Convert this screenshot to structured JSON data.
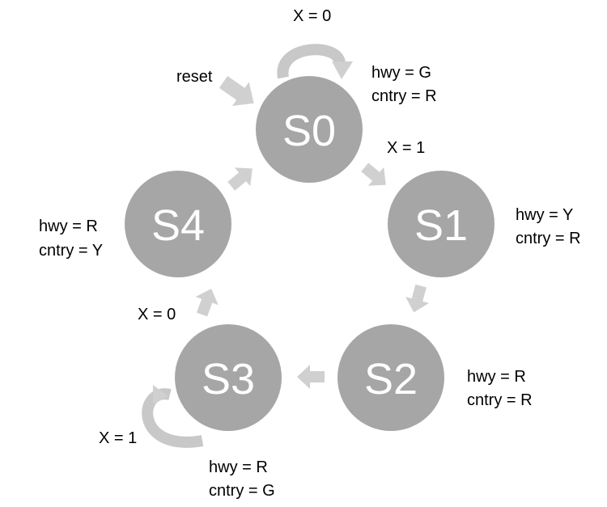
{
  "states": [
    {
      "id": "S0",
      "label": "S0",
      "outputs": [
        "hwy = G",
        "cntry = R"
      ]
    },
    {
      "id": "S1",
      "label": "S1",
      "outputs": [
        "hwy = Y",
        "cntry = R"
      ]
    },
    {
      "id": "S2",
      "label": "S2",
      "outputs": [
        "hwy = R",
        "cntry = R"
      ]
    },
    {
      "id": "S3",
      "label": "S3",
      "outputs": [
        "hwy = R",
        "cntry = G"
      ]
    },
    {
      "id": "S4",
      "label": "S4",
      "outputs": [
        "hwy = R",
        "cntry = Y"
      ]
    }
  ],
  "transitions": [
    {
      "from": "S0",
      "to": "S0",
      "condition": "X = 0"
    },
    {
      "from": "S0",
      "to": "S1",
      "condition": "X = 1"
    },
    {
      "from": "S1",
      "to": "S2",
      "condition": ""
    },
    {
      "from": "S2",
      "to": "S3",
      "condition": ""
    },
    {
      "from": "S3",
      "to": "S3",
      "condition": "X = 1"
    },
    {
      "from": "S3",
      "to": "S4",
      "condition": "X = 0"
    },
    {
      "from": "S4",
      "to": "S0",
      "condition": ""
    }
  ],
  "reset": {
    "label": "reset",
    "target": "S0"
  },
  "colors": {
    "state_fill": "#a6a6a6",
    "state_text": "#ffffff",
    "arrow": "#d0d0d0"
  }
}
